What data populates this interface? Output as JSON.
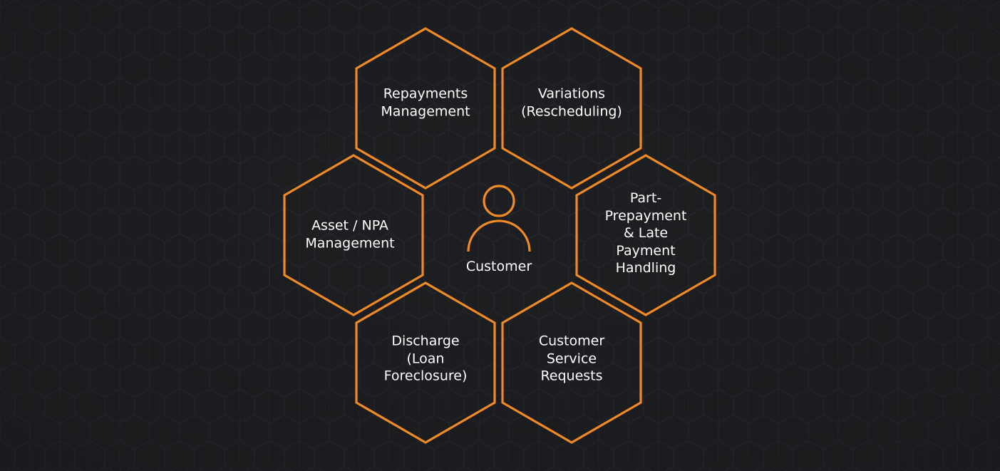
{
  "diagram": {
    "center": {
      "label": "Customer",
      "icon": "person-icon"
    },
    "nodes": [
      {
        "id": "repayments",
        "label": "Repayments\nManagement"
      },
      {
        "id": "variations",
        "label": "Variations\n(Rescheduling)"
      },
      {
        "id": "asset-npa",
        "label": "Asset / NPA\nManagement"
      },
      {
        "id": "part-prepayment",
        "label": "Part-\nPrepayment\n& Late\nPayment\nHandling"
      },
      {
        "id": "discharge",
        "label": "Discharge\n(Loan\nForeclosure)"
      },
      {
        "id": "service-requests",
        "label": "Customer\nService\nRequests"
      }
    ]
  },
  "colors": {
    "background": "#1d1e21",
    "pattern": "#26282c",
    "accent": "#f08a24",
    "text": "#ffffff"
  }
}
